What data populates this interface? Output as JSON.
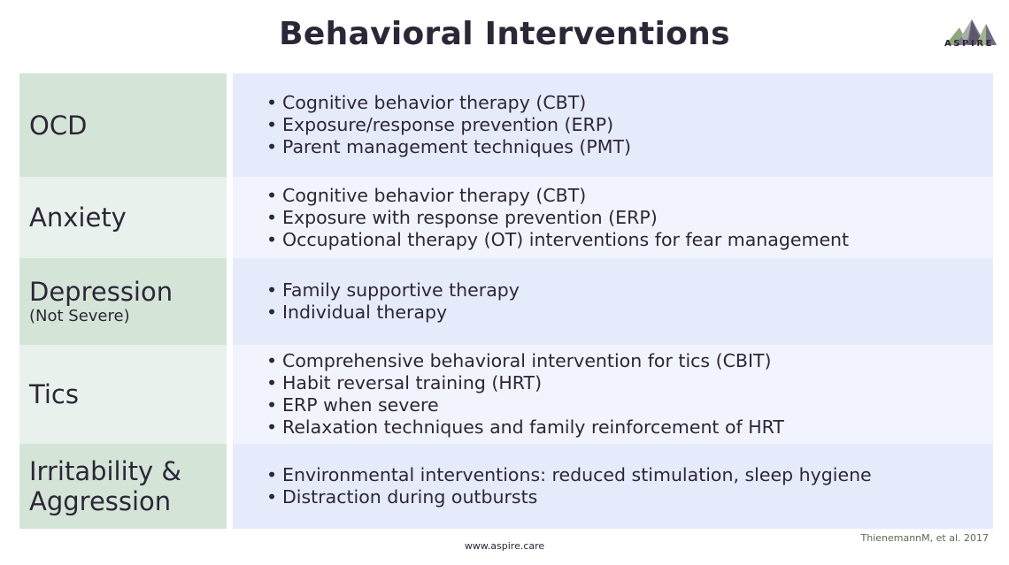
{
  "title": "Behavioral Interventions",
  "logo": {
    "icon": "mountain-logo-icon",
    "text": "ASPIRE"
  },
  "rows": [
    {
      "category": "OCD",
      "subtitle": "",
      "items": [
        "Cognitive behavior therapy (CBT)",
        "Exposure/response prevention (ERP)",
        "Parent management techniques (PMT)"
      ]
    },
    {
      "category": "Anxiety",
      "subtitle": "",
      "items": [
        "Cognitive behavior therapy (CBT)",
        "Exposure with response prevention (ERP)",
        "Occupational therapy (OT) interventions for fear management"
      ]
    },
    {
      "category": "Depression",
      "subtitle": "(Not Severe)",
      "items": [
        "Family supportive therapy",
        "Individual therapy"
      ]
    },
    {
      "category": "Tics",
      "subtitle": "",
      "items": [
        "Comprehensive behavioral intervention for tics (CBIT)",
        "Habit reversal training (HRT)",
        "ERP when severe",
        "Relaxation techniques and family reinforcement of HRT"
      ]
    },
    {
      "category": "Irritability & Aggression",
      "subtitle": "",
      "items": [
        "Environmental interventions: reduced stimulation, sleep hygiene",
        "Distraction during outbursts"
      ]
    }
  ],
  "footer": {
    "url": "www.aspire.care",
    "citation": "ThienemannM, et al. 2017"
  },
  "colors": {
    "green_dark": "#d4e5d8",
    "green_light": "#e9f1ec",
    "blue_dark": "#e5ebfb",
    "blue_light": "#f1f4fd",
    "text": "#2d2637"
  }
}
